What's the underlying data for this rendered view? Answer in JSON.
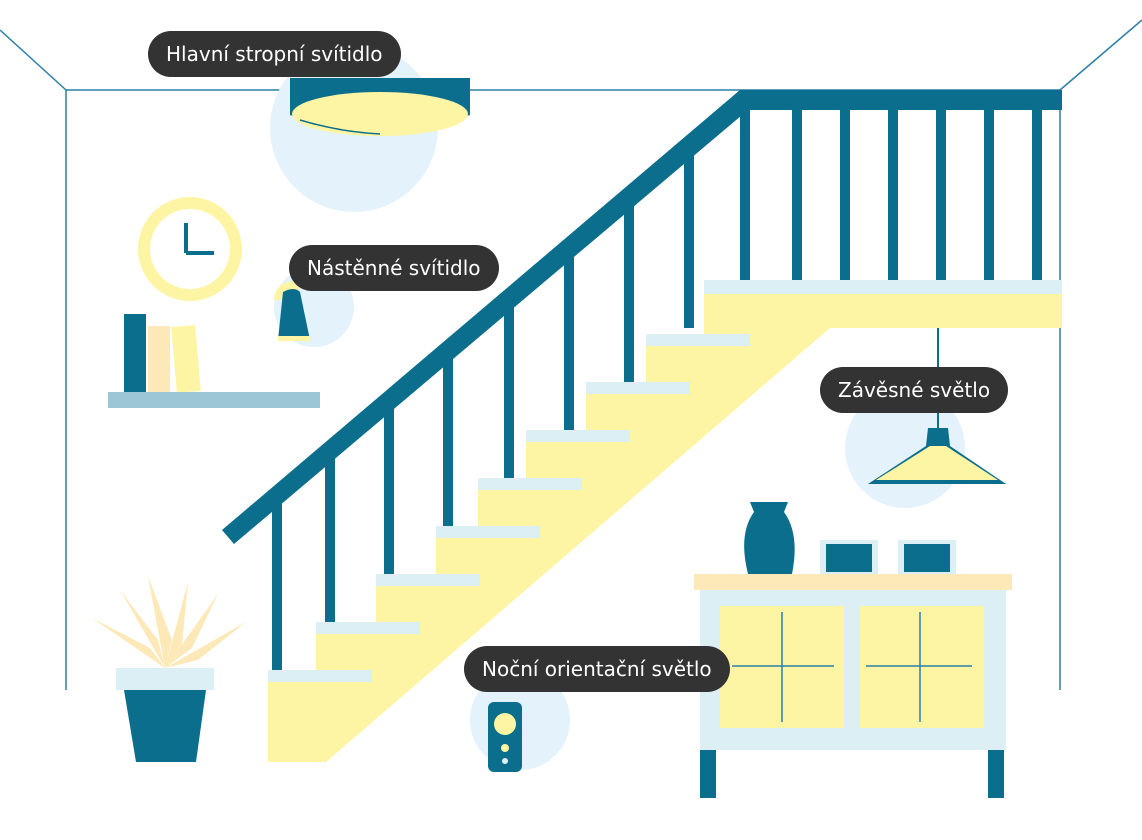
{
  "colors": {
    "wall_line": "#2a7fa8",
    "teal": "#0b6e8c",
    "yellow": "#fdf5a4",
    "light_yellow": "#fde9b8",
    "step_edge": "#dceff5",
    "glow": "#e3f2fb",
    "shelf": "#9ac6d6",
    "label_bg": "#333333",
    "label_text": "#ffffff"
  },
  "labels": {
    "ceiling_light": "Hlavní stropní svítidlo",
    "wall_light": "Nástěnné svítidlo",
    "pendant_light": "Závěsné světlo",
    "night_light": "Noční orientační světlo"
  },
  "clock": {
    "icon": "clock-icon"
  },
  "plant": {
    "icon": "potted-plant-icon"
  }
}
